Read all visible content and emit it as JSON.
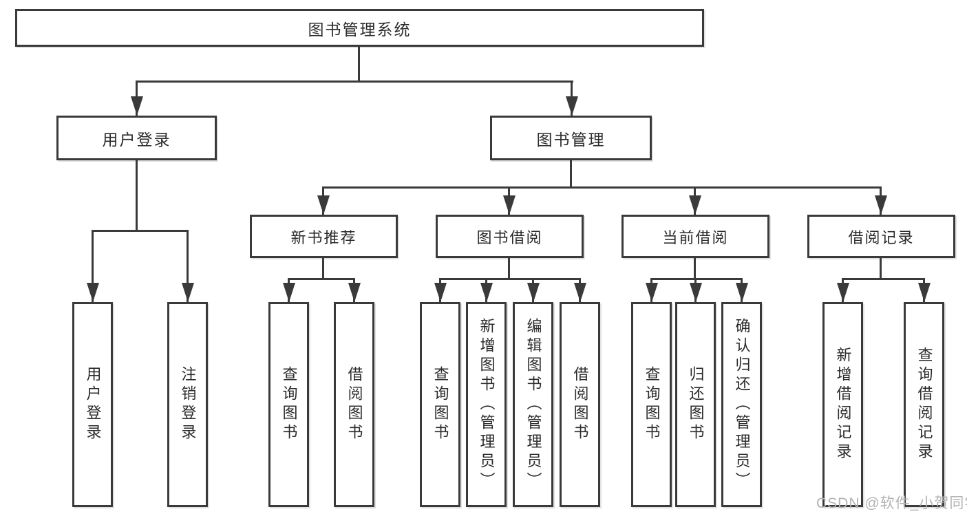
{
  "tree": {
    "root": "图书管理系统",
    "branches": [
      {
        "label": "用户登录",
        "children": [
          {
            "label": "用户登录"
          },
          {
            "label": "注销登录"
          }
        ]
      },
      {
        "label": "图书管理",
        "sections": [
          {
            "label": "新书推荐",
            "children": [
              {
                "label": "查询图书"
              },
              {
                "label": "借阅图书"
              }
            ]
          },
          {
            "label": "图书借阅",
            "children": [
              {
                "label": "查询图书"
              },
              {
                "label": "新增图书（管理员）"
              },
              {
                "label": "编辑图书（管理员）"
              },
              {
                "label": "借阅图书"
              }
            ]
          },
          {
            "label": "当前借阅",
            "children": [
              {
                "label": "查询图书"
              },
              {
                "label": "归还图书"
              },
              {
                "label": "确认归还（管理员）"
              }
            ]
          },
          {
            "label": "借阅记录",
            "children": [
              {
                "label": "新增借阅记录"
              },
              {
                "label": "查询借阅记录"
              }
            ]
          }
        ]
      }
    ]
  },
  "watermark": {
    "text": "CSDN @软件_小贺同学"
  },
  "colors": {
    "line": "#3a3a3a",
    "text": "#2b2b2b",
    "watermark": "#b3b3b3",
    "background": "#ffffff"
  }
}
